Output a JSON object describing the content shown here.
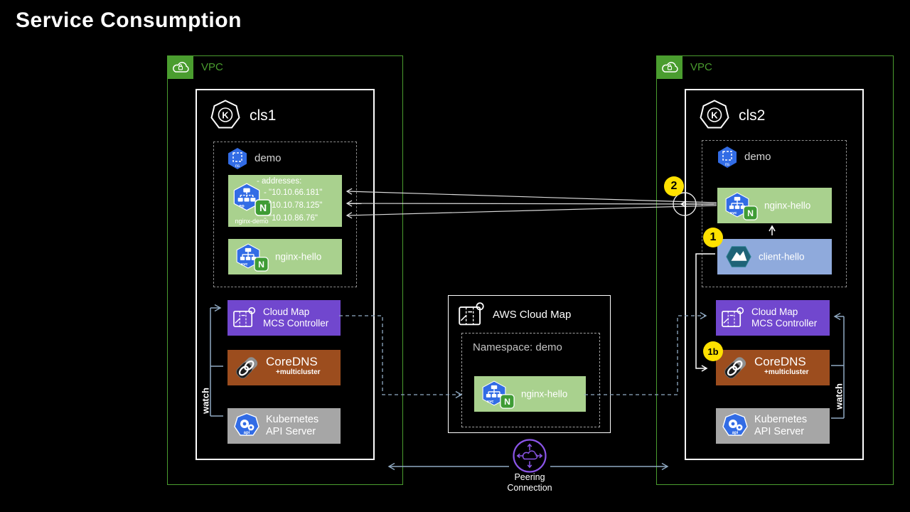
{
  "title": "Service Consumption",
  "colors": {
    "background": "#000000",
    "vpc_green": "#4A9D2F",
    "k8s_blue": "#326CE5",
    "nginx_green": "#3F9C35",
    "light_green_box": "#A9D18E",
    "client_blue_box": "#8FAADC",
    "mcs_purple": "#7147CE",
    "coredns_brown": "#9C4D1E",
    "api_gray": "#A6A6A6",
    "badge_yellow": "#FFE100",
    "wire_blue": "#8FA9C2",
    "peering_purple": "#8B55E8"
  },
  "vpc_left": {
    "label": "VPC"
  },
  "vpc_right": {
    "label": "VPC"
  },
  "cls1": {
    "name": "cls1",
    "logo_letter": "K",
    "namespace_label": "demo",
    "ns_icon_label": "ns",
    "endpoints": {
      "icon_label": "ep",
      "nginx_letter": "N",
      "name": "nginx-demo",
      "header": "- addresses:",
      "addresses": [
        "- \"10.10.66.181\"",
        "- \"10.10.78.125\"",
        "- \"10.10.86.76\""
      ]
    },
    "service": {
      "label": "nginx-hello",
      "icon_label": "svc",
      "nginx_letter": "N"
    },
    "mcs": {
      "line1": "Cloud Map",
      "line2": "MCS Controller"
    },
    "coredns": {
      "label": "CoreDNS",
      "sublabel": "+multicluster"
    },
    "apiserver": {
      "line1": "Kubernetes",
      "line2": "API Server",
      "icon_label": "api"
    },
    "watch_label": "watch"
  },
  "cloudmap": {
    "title": "AWS Cloud Map",
    "namespace_label": "Namespace: demo",
    "service": {
      "label": "nginx-hello",
      "icon_label": "svc",
      "nginx_letter": "N"
    }
  },
  "cls2": {
    "name": "cls2",
    "logo_letter": "K",
    "namespace_label": "demo",
    "ns_icon_label": "ns",
    "service": {
      "label": "nginx-hello",
      "icon_label": "svc",
      "nginx_letter": "N"
    },
    "client": {
      "label": "client-hello"
    },
    "mcs": {
      "line1": "Cloud Map",
      "line2": "MCS Controller"
    },
    "coredns": {
      "label": "CoreDNS",
      "sublabel": "+multicluster"
    },
    "apiserver": {
      "line1": "Kubernetes",
      "line2": "API Server",
      "icon_label": "api"
    },
    "watch_label": "watch"
  },
  "peering": {
    "line1": "Peering",
    "line2": "Connection"
  },
  "badges": {
    "step1": "1",
    "step1b": "1b",
    "step2": "2"
  }
}
